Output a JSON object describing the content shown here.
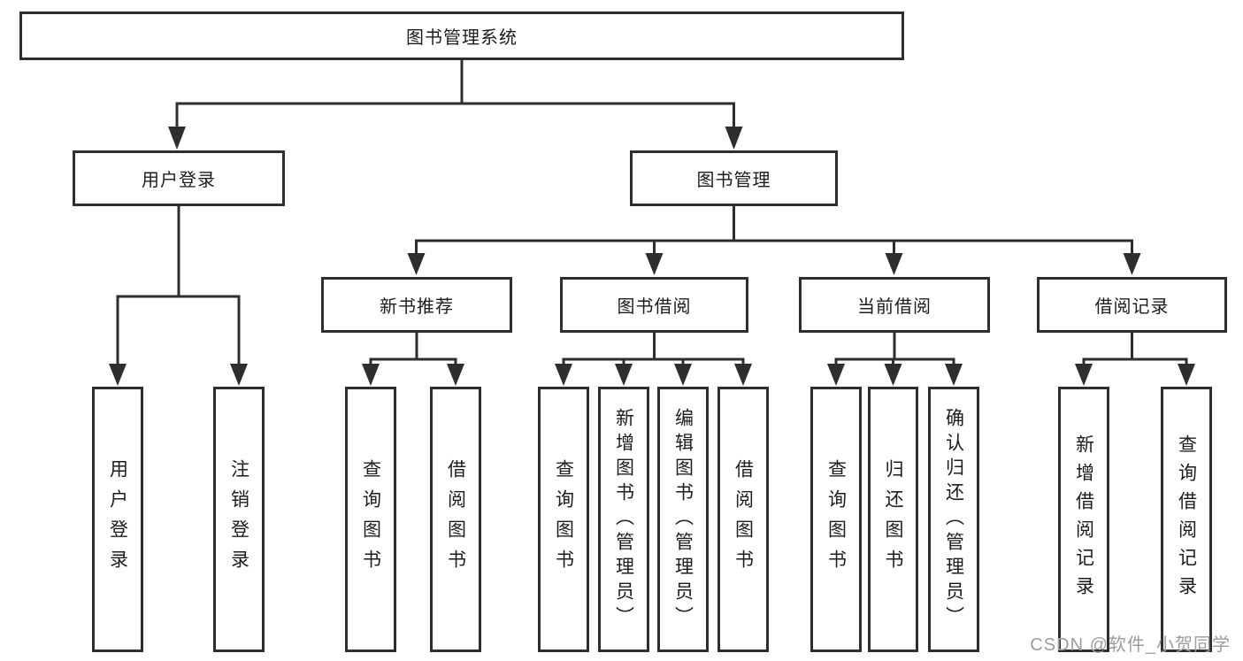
{
  "diagram": {
    "title": "图书管理系统",
    "nodes": {
      "root": {
        "label": "图书管理系统"
      },
      "user_login": {
        "label": "用户登录"
      },
      "book_mgmt": {
        "label": "图书管理"
      },
      "new_book_rec": {
        "label": "新书推荐"
      },
      "book_borrow": {
        "label": "图书借阅"
      },
      "current_borrow": {
        "label": "当前借阅"
      },
      "borrow_records": {
        "label": "借阅记录"
      },
      "leaf_user_login": {
        "label": "用户登录"
      },
      "leaf_logout": {
        "label": "注销登录"
      },
      "leaf_query_books_rec": {
        "label": "查询图书"
      },
      "leaf_borrow_books_rec": {
        "label": "借阅图书"
      },
      "leaf_query_books_borrow": {
        "label": "查询图书"
      },
      "leaf_add_books": {
        "label": "新增图书（管理员）"
      },
      "leaf_edit_books": {
        "label": "编辑图书（管理员）"
      },
      "leaf_borrow_books_borrow": {
        "label": "借阅图书"
      },
      "leaf_query_books_current": {
        "label": "查询图书"
      },
      "leaf_return_books": {
        "label": "归还图书"
      },
      "leaf_confirm_return": {
        "label": "确认归还（管理员）"
      },
      "leaf_add_borrow_record": {
        "label": "新增借阅记录"
      },
      "leaf_query_borrow_record": {
        "label": "查询借阅记录"
      }
    },
    "colors": {
      "line": "#2e2e2e",
      "text": "#1c1c1c",
      "background": "#ffffff",
      "watermark": "#9c9c9c"
    },
    "watermark": "CSDN @软件_小贺同学"
  }
}
